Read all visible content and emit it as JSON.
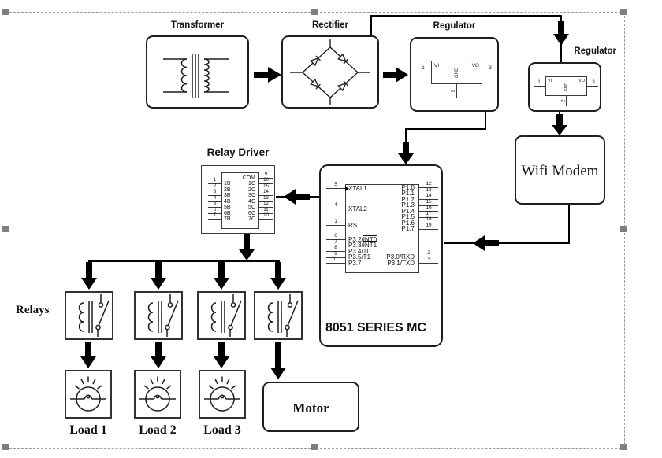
{
  "blocks": {
    "transformer": "Transformer",
    "rectifier": "Rectifier",
    "regulator1": "Regulator",
    "regulator2": "Regulator",
    "wifi": "Wifi Modem",
    "motor": "Motor"
  },
  "regulator_pins": {
    "vi": "VI",
    "vo": "VO",
    "gnd": "GND",
    "n1": "1",
    "n2": "2",
    "n3": "3"
  },
  "mc8051": {
    "label": "8051 SERIES MC",
    "left_pins": [
      {
        "num": "5",
        "name": "XTAL1"
      },
      {
        "num": "4",
        "name": "XTAL2"
      },
      {
        "num": "1",
        "name": "RST"
      },
      {
        "num": "6",
        "name": "P3.2/",
        "over": "INT0"
      },
      {
        "num": "7",
        "name": "P3.3/",
        "over": "INT1"
      },
      {
        "num": "8",
        "name": "P3.4/T0"
      },
      {
        "num": "9",
        "name": "P3.5/T1"
      },
      {
        "num": "11",
        "name": "P3.7"
      }
    ],
    "right_pins": [
      {
        "name": "P1.0",
        "num": "12"
      },
      {
        "name": "P1.1",
        "num": "13"
      },
      {
        "name": "P1.2",
        "num": "14"
      },
      {
        "name": "P1.3",
        "num": "15"
      },
      {
        "name": "P1.4",
        "num": "16"
      },
      {
        "name": "P1.5",
        "num": "17"
      },
      {
        "name": "P1.6",
        "num": "18"
      },
      {
        "name": "P1.7",
        "num": "19"
      },
      {
        "name": "P3.0/RXD",
        "num": "2"
      },
      {
        "name": "P3.1/TXD",
        "num": "3"
      }
    ]
  },
  "relay_driver": {
    "label": "Relay Driver",
    "left_pins": [
      {
        "num": "1",
        "name": "1B"
      },
      {
        "num": "2",
        "name": "2B"
      },
      {
        "num": "3",
        "name": "3B"
      },
      {
        "num": "4",
        "name": "4B"
      },
      {
        "num": "5",
        "name": "5B"
      },
      {
        "num": "6",
        "name": "6B"
      },
      {
        "num": "7",
        "name": "7B"
      }
    ],
    "right_pins": [
      {
        "name": "COM",
        "num": "9"
      },
      {
        "name": "1C",
        "num": "16"
      },
      {
        "name": "2C",
        "num": "15"
      },
      {
        "name": "3C",
        "num": "14"
      },
      {
        "name": "4C",
        "num": "13"
      },
      {
        "name": "5C",
        "num": "12"
      },
      {
        "name": "6C",
        "num": "11"
      },
      {
        "name": "7C",
        "num": "10"
      }
    ]
  },
  "relays_label": "Relays",
  "relay_count": 4,
  "loads": [
    "Load 1",
    "Load 2",
    "Load 3"
  ],
  "colors": {
    "line": "#000000",
    "border": "#1f1f1f",
    "handle": "#7f7f7f",
    "background": "#ffffff"
  }
}
